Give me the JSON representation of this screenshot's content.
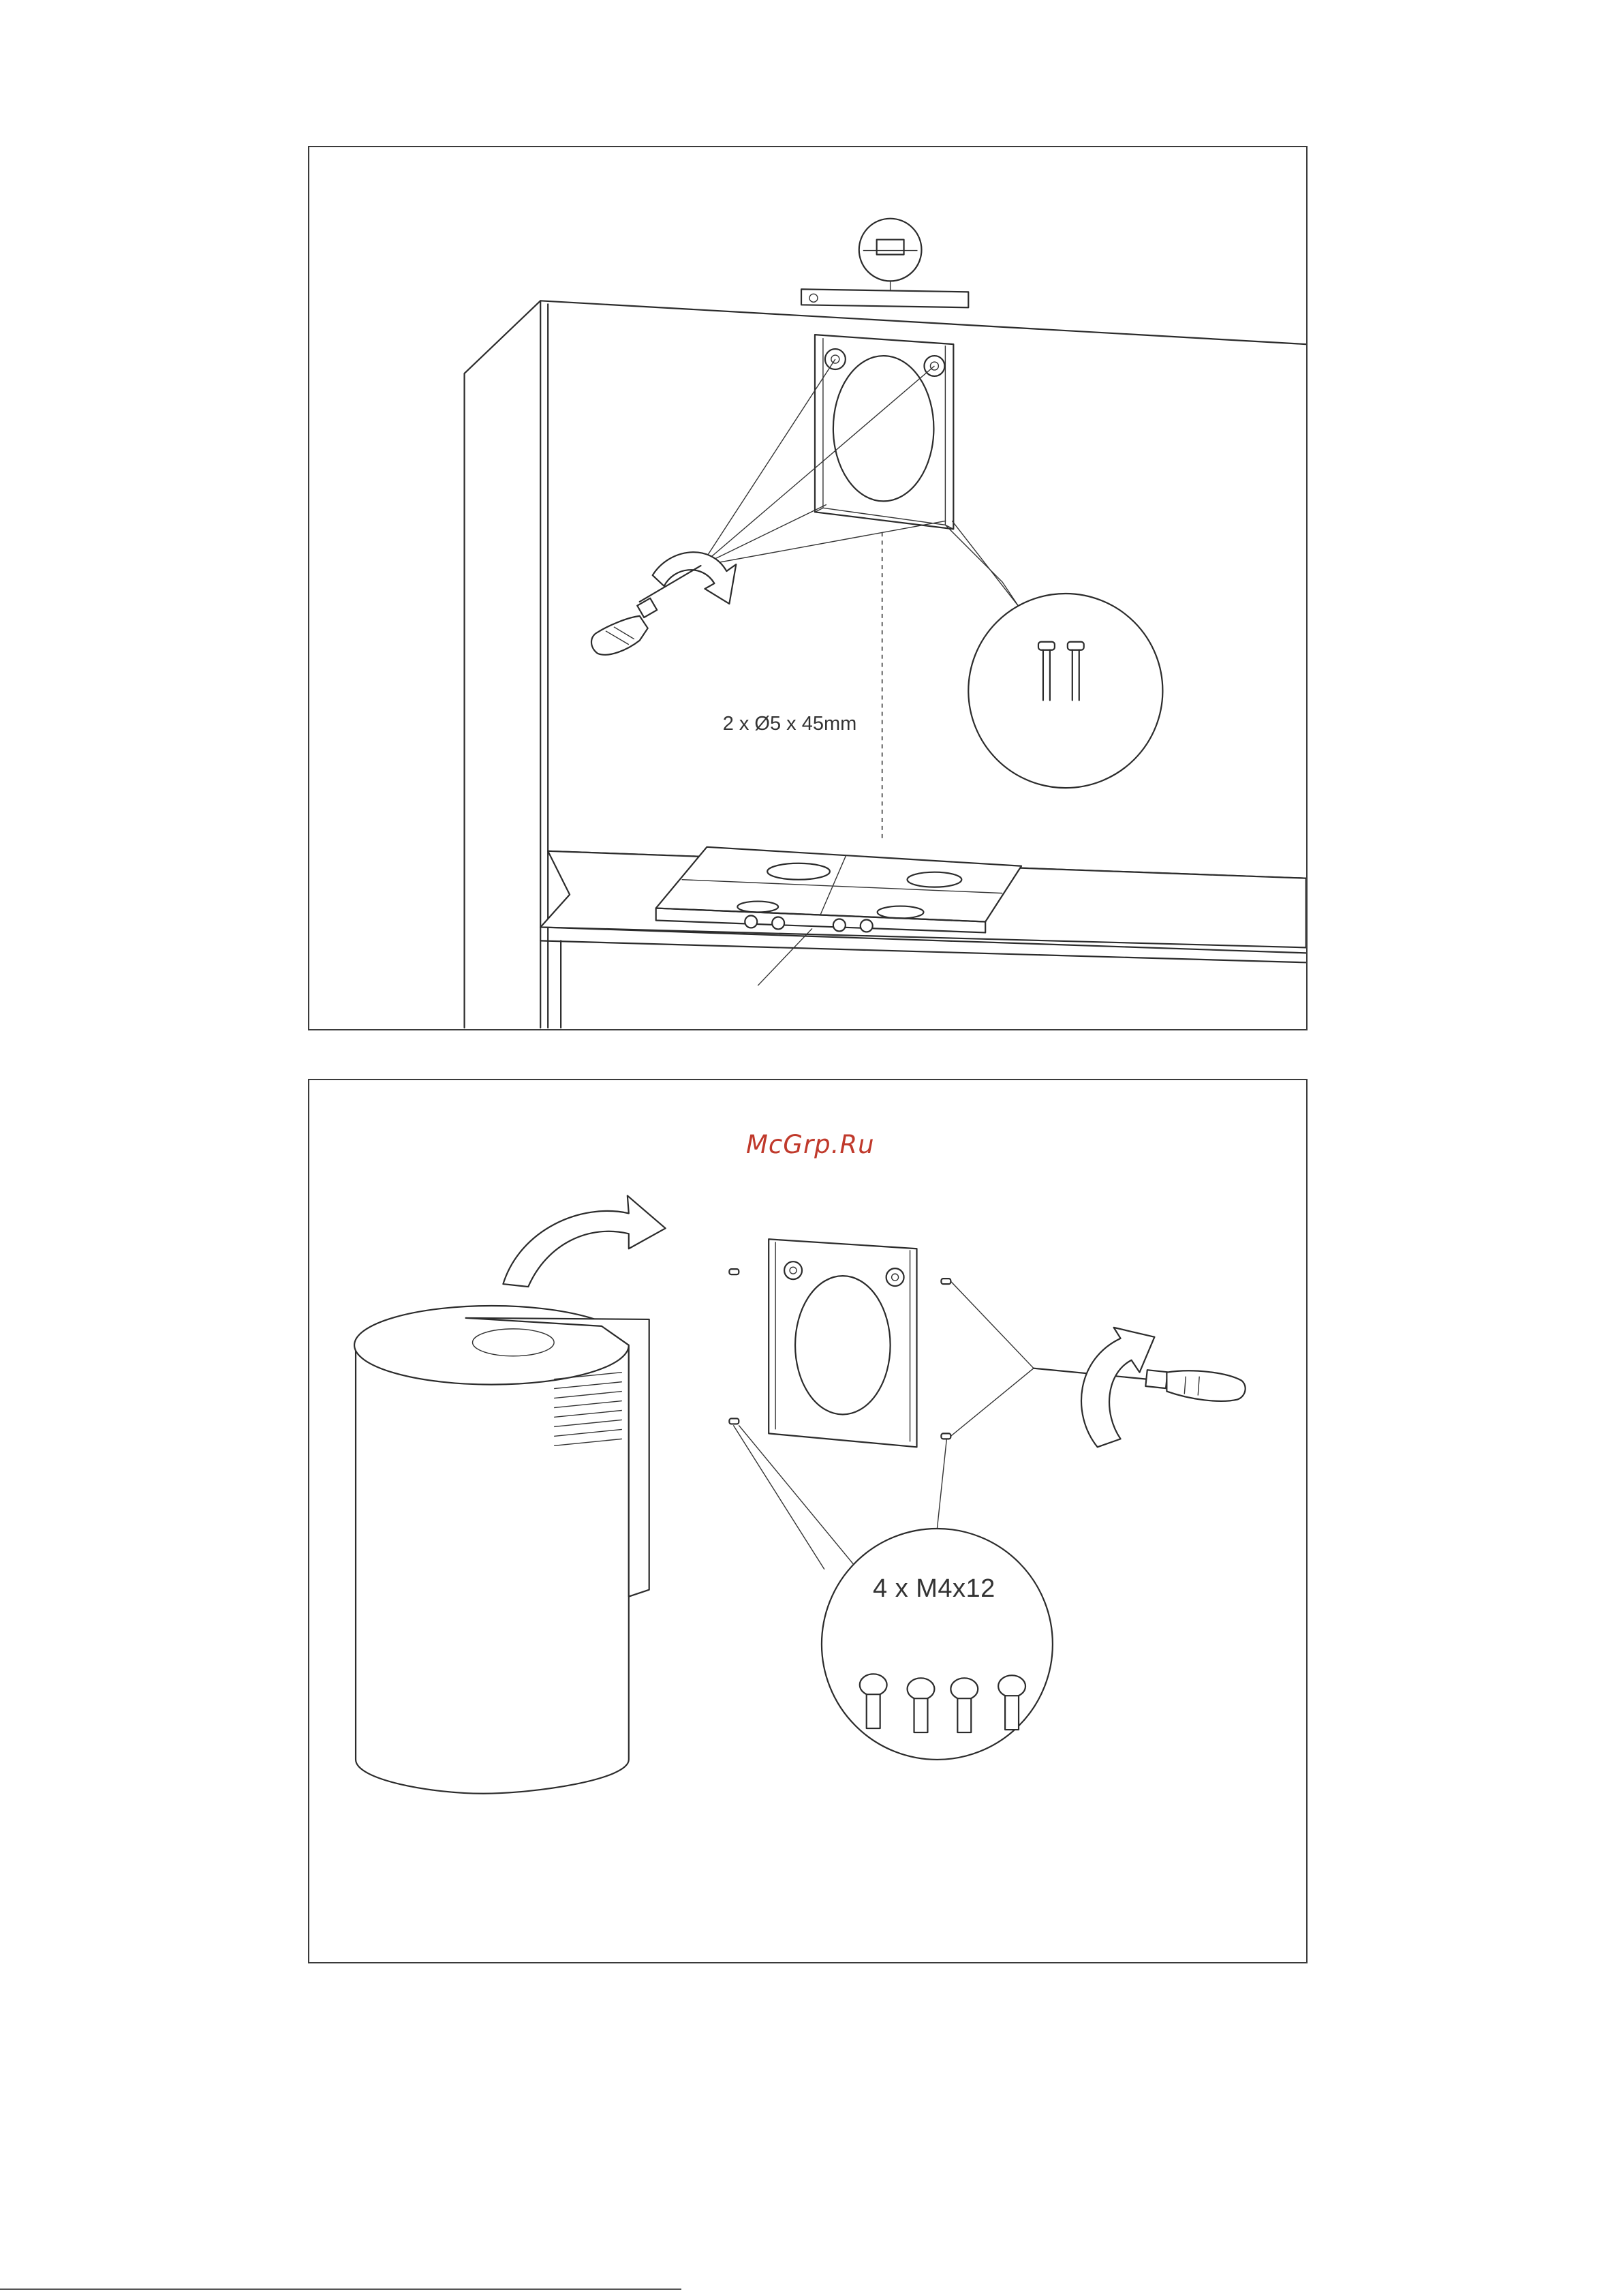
{
  "panel_top": {
    "screw_spec": "2 x Ø5 x 45mm"
  },
  "panel_bottom": {
    "watermark": "McGrp.Ru",
    "screw_spec": "4 x M4x12"
  }
}
